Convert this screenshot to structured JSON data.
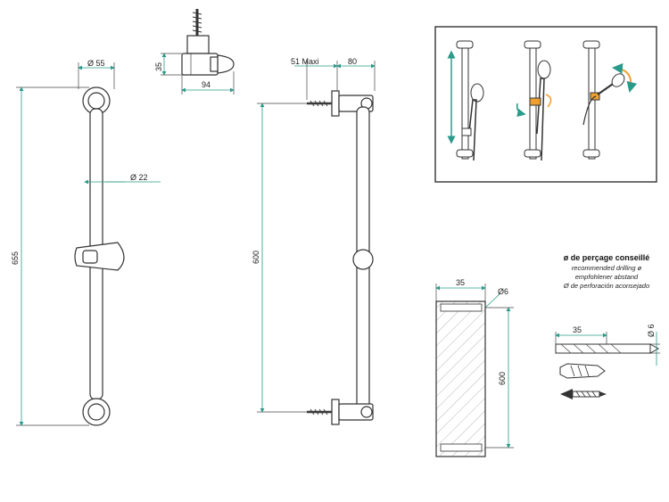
{
  "dimensions": {
    "front_diameter_top": "Ø 55",
    "front_diameter_bar": "Ø 22",
    "front_height": "655",
    "bracket_height": "35",
    "bracket_width": "94",
    "side_max": "51 Maxi",
    "side_depth": "80",
    "side_height": "600",
    "wall_depth": "35",
    "wall_drill": "Ø6",
    "wall_height": "600",
    "drill_length": "35",
    "drill_diameter": "Ø 6"
  },
  "drilling_note": {
    "title": "ø de perçage conseillé",
    "line1": "recommended drilling ø",
    "line2": "empfohlener abstand",
    "line3": "Ø de perforación aconsejado"
  },
  "colors": {
    "dimension": "#2a9a8a",
    "line": "#333333",
    "highlight": "#f0a030",
    "rotate": "#2a9a8a"
  },
  "icons": {
    "vertical_arrow": "updown-arrow-icon",
    "rotate_arrows": "rotate-arrow-icon",
    "swivel_arrow": "swivel-arrow-icon"
  }
}
